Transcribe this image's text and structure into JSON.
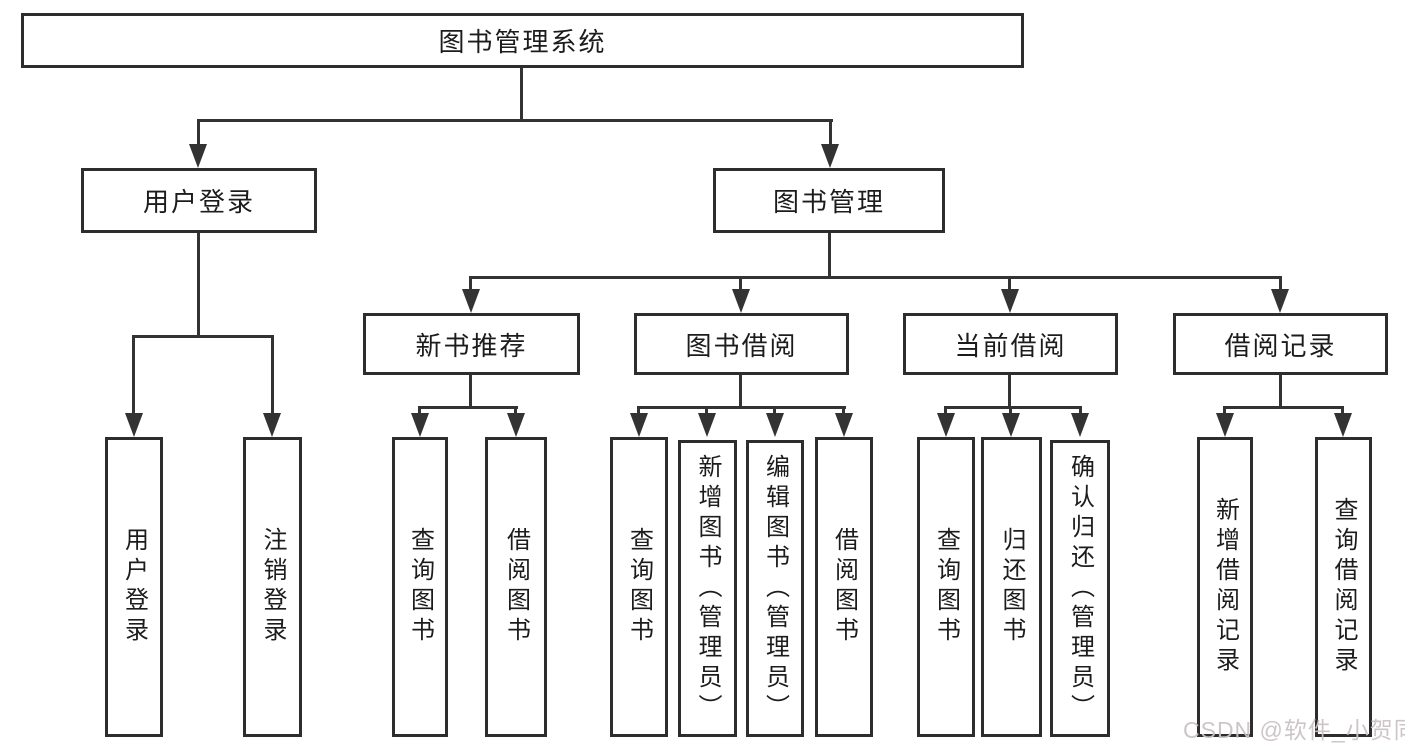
{
  "diagram": {
    "type": "tree",
    "title": "图书管理系统",
    "colors": {
      "line": "#333333",
      "box_border": "#2d2d2d",
      "box_background": "#ffffff",
      "text": "#1c1c1c",
      "watermark": "#cac3c6"
    }
  },
  "nodes": {
    "root": {
      "label": "图书管理系统"
    },
    "user_login": {
      "label": "用户登录"
    },
    "book_mgmt": {
      "label": "图书管理"
    },
    "new_book_rec": {
      "label": "新书推荐"
    },
    "book_borrow": {
      "label": "图书借阅"
    },
    "current_borrow": {
      "label": "当前借阅"
    },
    "borrow_record": {
      "label": "借阅记录"
    },
    "user_login_leaf": {
      "label": "用户登录"
    },
    "logout_leaf": {
      "label": "注销登录"
    },
    "rec_query_book": {
      "label": "查询图书"
    },
    "rec_borrow_book": {
      "label": "借阅图书"
    },
    "bb_query_book": {
      "label": "查询图书"
    },
    "bb_add_book": {
      "label": "新增图书（管理员）"
    },
    "bb_edit_book": {
      "label": "编辑图书（管理员）"
    },
    "bb_borrow_book": {
      "label": "借阅图书"
    },
    "cb_query_book": {
      "label": "查询图书"
    },
    "cb_return_book": {
      "label": "归还图书"
    },
    "cb_confirm_return": {
      "label": "确认归还（管理员）"
    },
    "br_add_record": {
      "label": "新增借阅记录"
    },
    "br_query_record": {
      "label": "查询借阅记录"
    }
  },
  "edges": [
    {
      "from": "root",
      "to": "user_login"
    },
    {
      "from": "root",
      "to": "book_mgmt"
    },
    {
      "from": "user_login",
      "to": "user_login_leaf"
    },
    {
      "from": "user_login",
      "to": "logout_leaf"
    },
    {
      "from": "book_mgmt",
      "to": "new_book_rec"
    },
    {
      "from": "book_mgmt",
      "to": "book_borrow"
    },
    {
      "from": "book_mgmt",
      "to": "current_borrow"
    },
    {
      "from": "book_mgmt",
      "to": "borrow_record"
    },
    {
      "from": "new_book_rec",
      "to": "rec_query_book"
    },
    {
      "from": "new_book_rec",
      "to": "rec_borrow_book"
    },
    {
      "from": "book_borrow",
      "to": "bb_query_book"
    },
    {
      "from": "book_borrow",
      "to": "bb_add_book"
    },
    {
      "from": "book_borrow",
      "to": "bb_edit_book"
    },
    {
      "from": "book_borrow",
      "to": "bb_borrow_book"
    },
    {
      "from": "current_borrow",
      "to": "cb_query_book"
    },
    {
      "from": "current_borrow",
      "to": "cb_return_book"
    },
    {
      "from": "current_borrow",
      "to": "cb_confirm_return"
    },
    {
      "from": "borrow_record",
      "to": "br_add_record"
    },
    {
      "from": "borrow_record",
      "to": "br_query_record"
    }
  ],
  "watermark": {
    "text": "CSDN @软件_小贺同学"
  }
}
